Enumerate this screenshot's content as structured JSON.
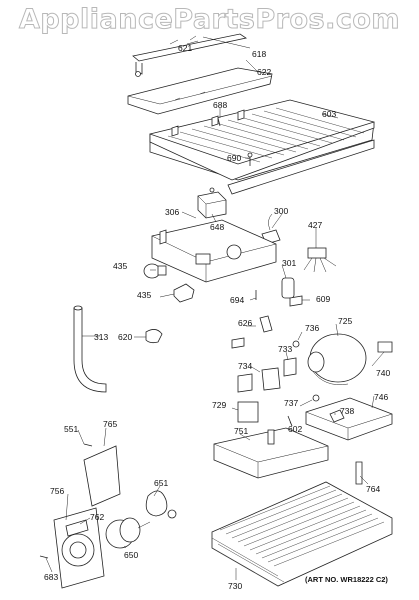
{
  "watermark": "AppliancePartsPros.com",
  "art_number": "(ART NO. WR18222 C2)",
  "labels": {
    "p621": "621",
    "p618": "618",
    "p622": "622",
    "p688": "688",
    "p603": "603",
    "p690": "690",
    "p306": "306",
    "p648": "648",
    "p300": "300",
    "p427": "427",
    "p435a": "435",
    "p435b": "435",
    "p301": "301",
    "p694": "694",
    "p609": "609",
    "p313": "313",
    "p620": "620",
    "p626": "626",
    "p736": "736",
    "p725": "725",
    "p733": "733",
    "p734": "734",
    "p740": "740",
    "p729": "729",
    "p737": "737",
    "p738": "738",
    "p746": "746",
    "p602": "602",
    "p751": "751",
    "p551": "551",
    "p765": "765",
    "p764": "764",
    "p651": "651",
    "p756": "756",
    "p762": "762",
    "p650": "650",
    "p683": "683",
    "p730": "730"
  }
}
